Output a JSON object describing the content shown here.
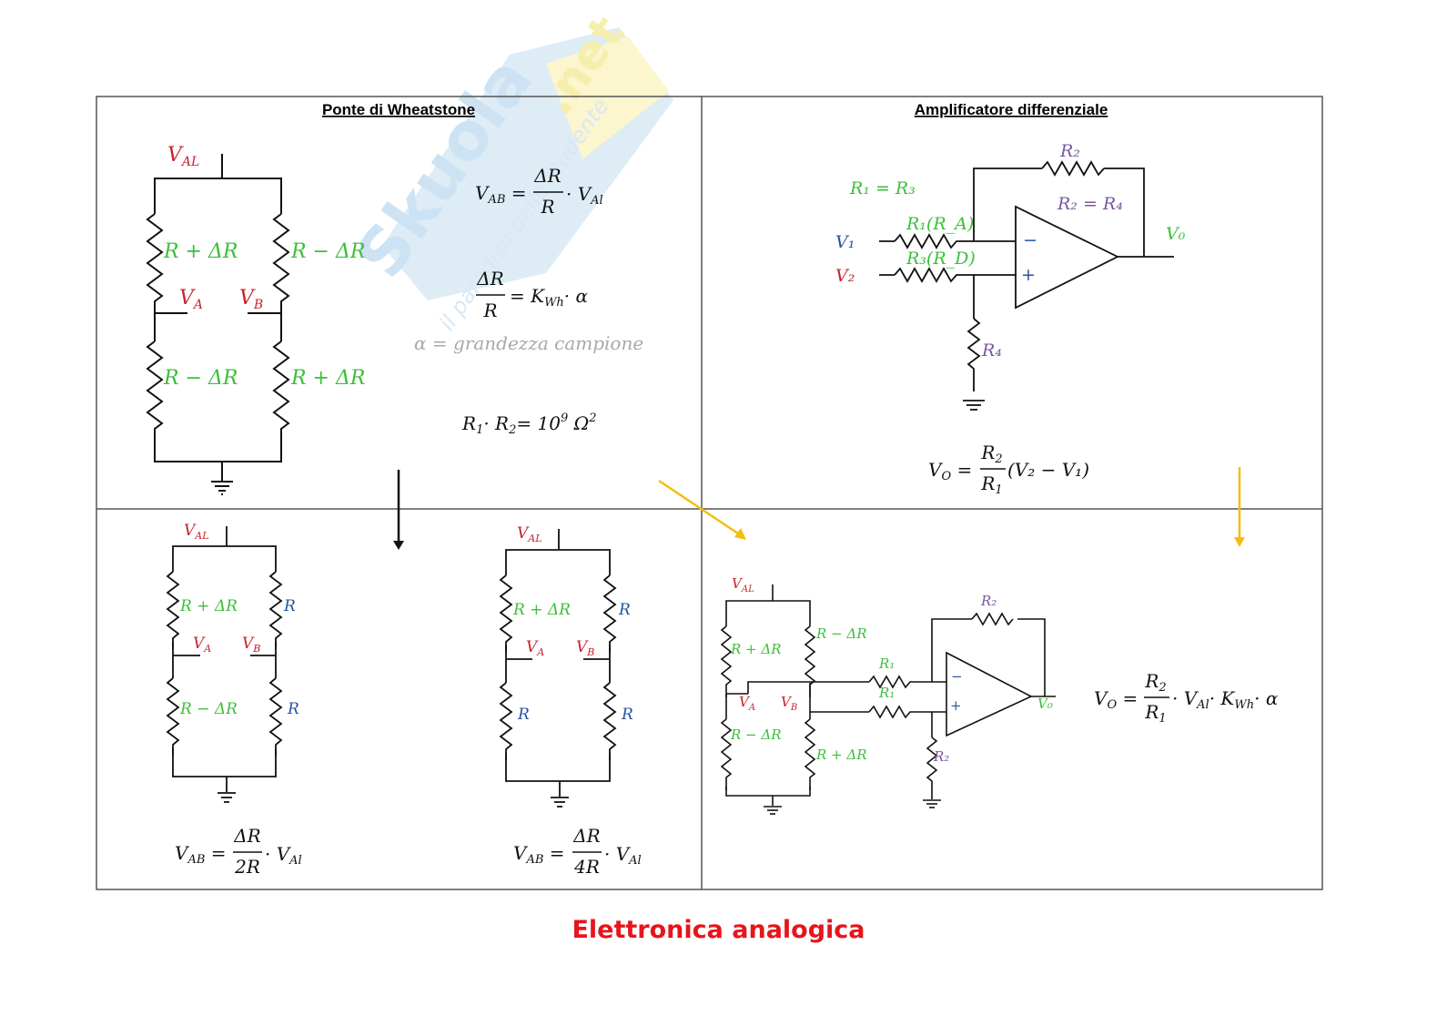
{
  "footer_title": "Elettronica analogica",
  "colors": {
    "red": "#c8232c",
    "green": "#3cbf3a",
    "blue": "#2553a3",
    "purple": "#7a56a0",
    "gray": "#a8a8a8",
    "arrow_yellow": "#f5bd0f",
    "footer_red": "#e8141b"
  },
  "watermark": {
    "brand": "Skuola",
    "tld": ".net",
    "tagline": "il paradiso dello studente"
  },
  "panels": {
    "wheatstone": {
      "title": "Ponte di Wheatstone",
      "labels": {
        "val": "V",
        "val_sub": "AL",
        "va": "V",
        "va_sub": "A",
        "vb": "V",
        "vb_sub": "B",
        "r_tl": "R + ΔR",
        "r_tr": "R − ΔR",
        "r_bl": "R − ΔR",
        "r_br": "R + ΔR"
      },
      "eq1": {
        "lhs": "V",
        "lhs_sub": "AB",
        "num": "ΔR",
        "den": "R",
        "rhs": "· V",
        "rhs_sub": "Al"
      },
      "eq2": {
        "num": "ΔR",
        "den": "R",
        "rhs": "= K",
        "rhs_sub": "Wh",
        "tail": "· α"
      },
      "note": "α = grandezza campione",
      "eq3": {
        "text": "R",
        "s1": "1",
        "mid": "· R",
        "s2": "2",
        "eq": "= 10",
        "exp": "9",
        "unit": " Ω",
        "unit_exp": "2"
      }
    },
    "diff_amp": {
      "title": "Amplificatore differenziale",
      "labels": {
        "r1_eq_r3": "R₁ = R₃",
        "r2_eq_r4": "R₂ = R₄",
        "r2": "R₂",
        "r1ra": "R₁(R_A)",
        "r3rd": "R₃(R_D)",
        "r4": "R₄",
        "v1": "V₁",
        "v2": "V₂",
        "vo": "V₀",
        "minus": "−",
        "plus": "+"
      },
      "eq": {
        "lhs": "V",
        "lhs_sub": "O",
        "num": "R",
        "num_sub": "2",
        "den": "R",
        "den_sub": "1",
        "tail": "(V₂ − V₁)"
      }
    },
    "half_bridge": {
      "labels": {
        "val": "V",
        "val_sub": "AL",
        "va": "V",
        "va_sub": "A",
        "vb": "V",
        "vb_sub": "B",
        "r_tl": "R + ΔR",
        "r_tr": "R",
        "r_bl": "R − ΔR",
        "r_br": "R"
      },
      "eq": {
        "lhs": "V",
        "lhs_sub": "AB",
        "num": "ΔR",
        "den": "2R",
        "rhs": "· V",
        "rhs_sub": "Al"
      }
    },
    "quarter_bridge": {
      "labels": {
        "val": "V",
        "val_sub": "AL",
        "va": "V",
        "va_sub": "A",
        "vb": "V",
        "vb_sub": "B",
        "r_tl": "R + ΔR",
        "r_tr": "R",
        "r_bl": "R",
        "r_br": "R"
      },
      "eq": {
        "lhs": "V",
        "lhs_sub": "AB",
        "num": "ΔR",
        "den": "4R",
        "rhs": "· V",
        "rhs_sub": "Al"
      }
    },
    "combined": {
      "labels": {
        "val": "V",
        "val_sub": "AL",
        "va": "V",
        "va_sub": "A",
        "vb": "V",
        "vb_sub": "B",
        "r_tl": "R + ΔR",
        "r_tr": "R − ΔR",
        "r_bl": "R − ΔR",
        "r_br": "R + ΔR",
        "r1a": "R₁",
        "r1b": "R₁",
        "r2top": "R₂",
        "r2bot": "R₂",
        "vo": "V₀",
        "minus": "−",
        "plus": "+"
      },
      "eq": {
        "lhs": "V",
        "lhs_sub": "O",
        "num": "R",
        "num_sub": "2",
        "den": "R",
        "den_sub": "1",
        "tail": "· V",
        "tail_sub": "Al",
        "tail2": "· K",
        "tail2_sub": "Wh",
        "tail3": "· α"
      }
    }
  }
}
